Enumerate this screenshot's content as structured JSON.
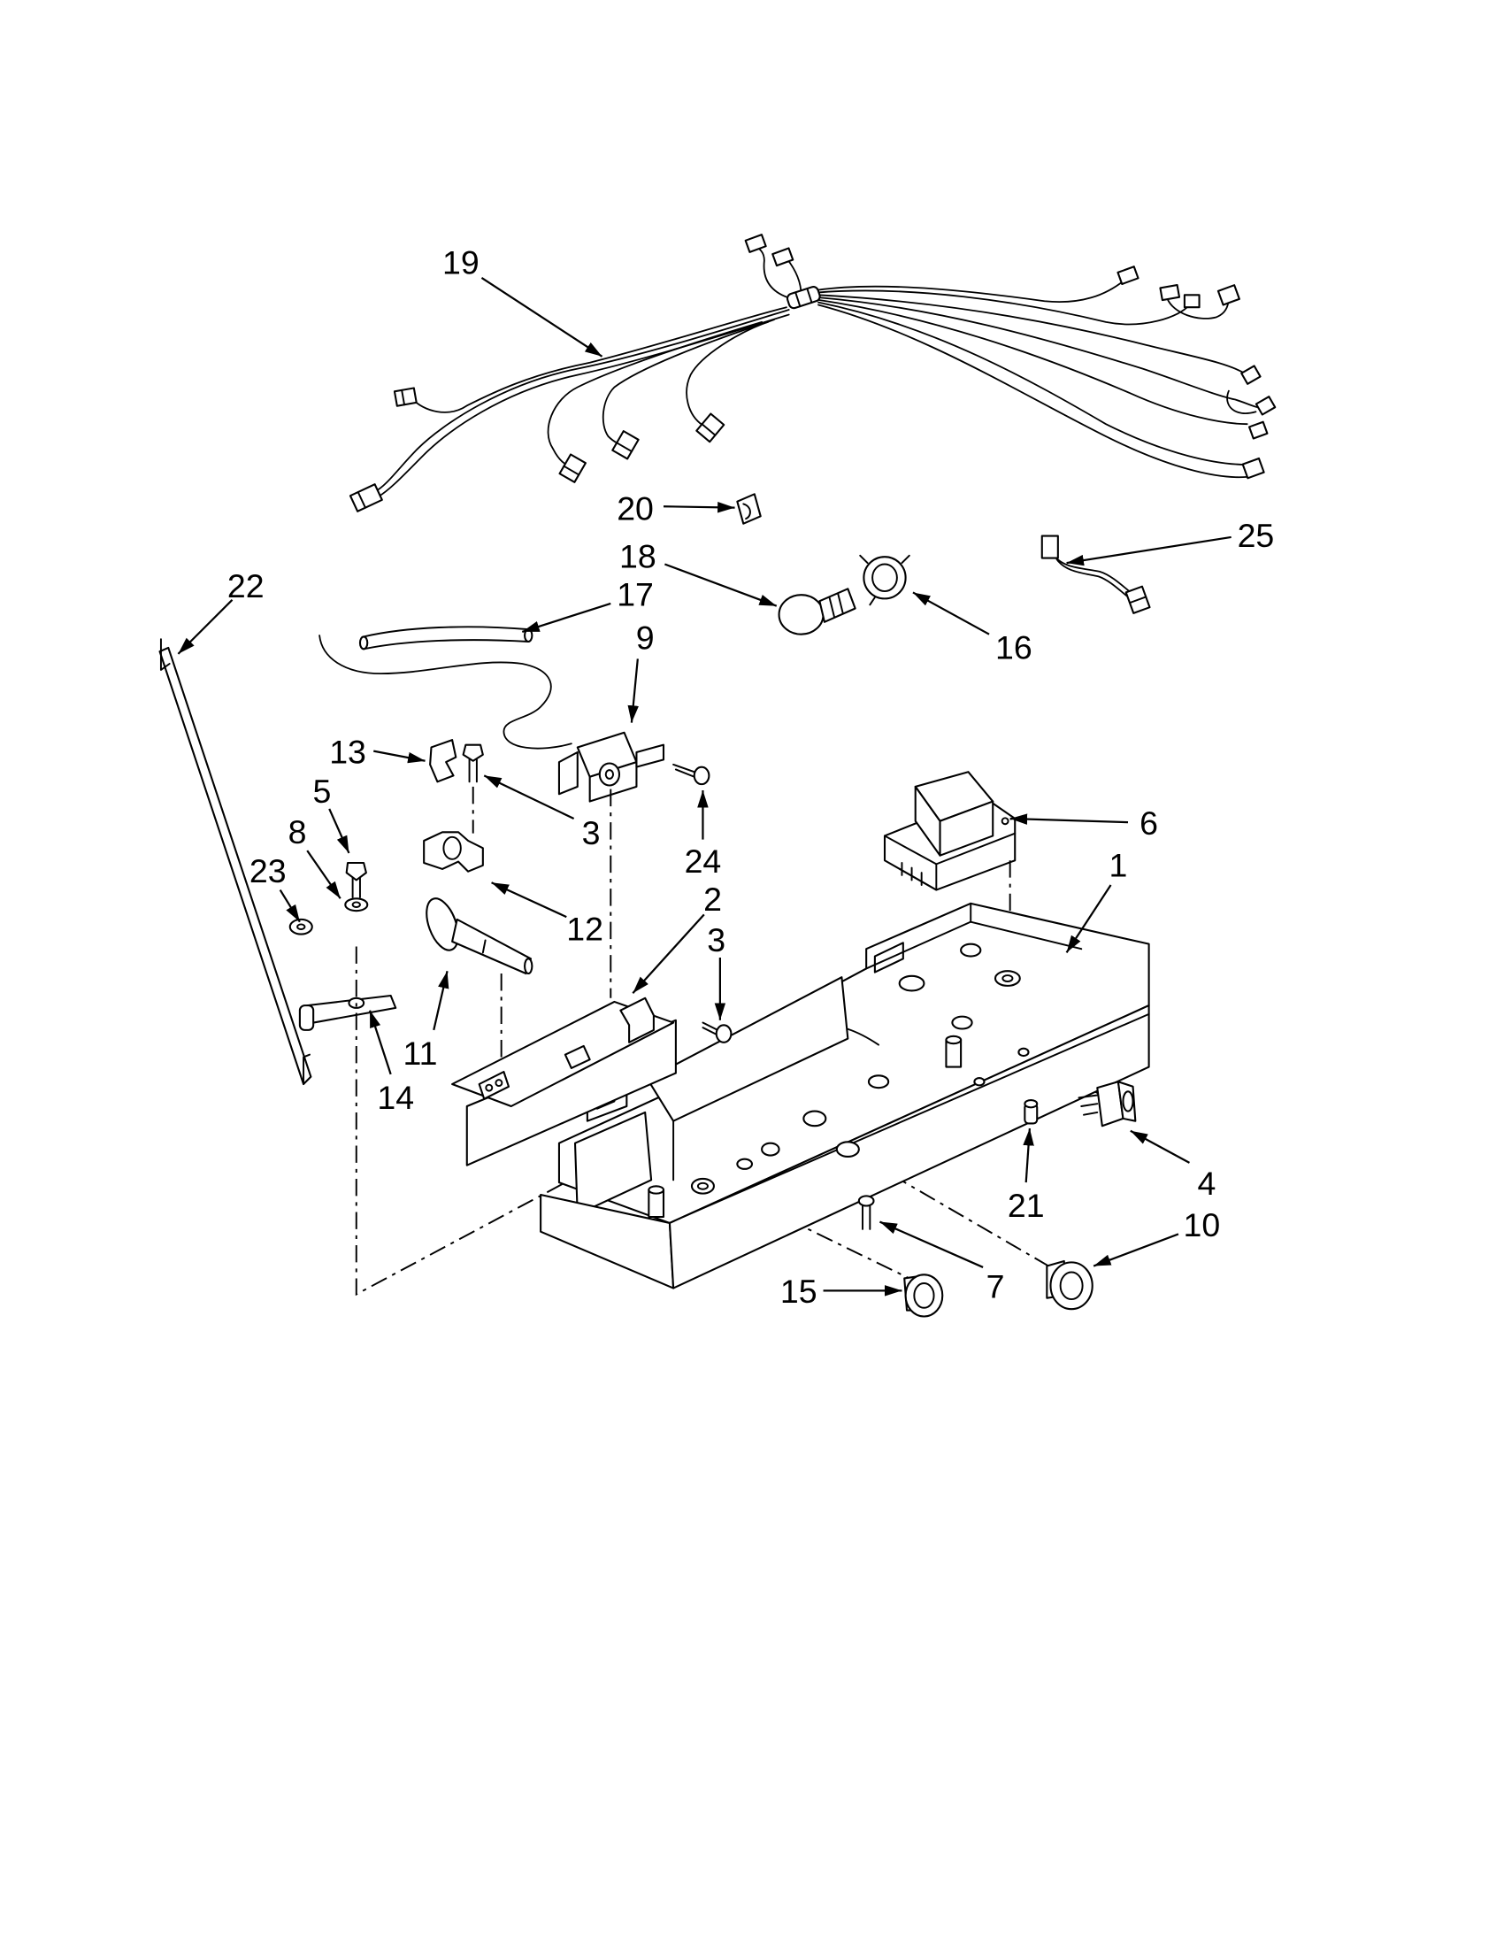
{
  "diagram": {
    "callouts": [
      "19",
      "20",
      "18",
      "25",
      "22",
      "17",
      "16",
      "9",
      "13",
      "3",
      "24",
      "5",
      "6",
      "1",
      "8",
      "23",
      "2",
      "12",
      "3",
      "11",
      "14",
      "4",
      "21",
      "10",
      "15",
      "7"
    ],
    "colors": {
      "ink": "#000000",
      "paper": "#ffffff"
    }
  }
}
